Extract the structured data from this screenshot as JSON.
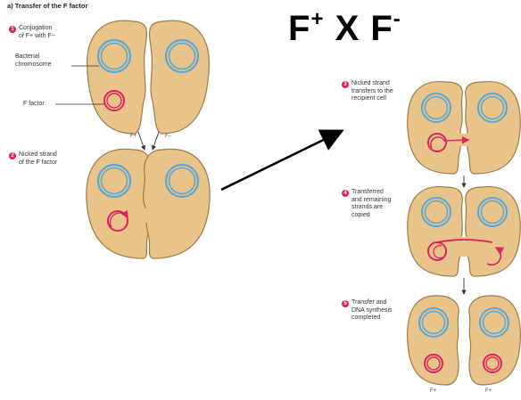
{
  "panel_title": "a) Transfer of the F factor",
  "big_title": {
    "prefix": "F",
    "sup1": "+",
    "middle": " X F",
    "sup2": "-"
  },
  "steps": [
    {
      "num": "1",
      "text": "Conjugation\nof F+ with F−"
    },
    {
      "num": "2",
      "text": "Nicked strand\nof the F factor"
    },
    {
      "num": "3",
      "text": "Nicked strand\ntransfers to the\nrecipient cell"
    },
    {
      "num": "4",
      "text": "Transferred\nand remaining\nstrands are\ncopied"
    },
    {
      "num": "5",
      "text": "Transfer and\nDNA synthesis\ncompleted"
    }
  ],
  "labels": {
    "bacterial_chromosome": "Bacterial\nchromosome",
    "f_factor": "F factor"
  },
  "cell_labels": {
    "top_left": "F+",
    "top_right": "F−",
    "bottom_left": "F+",
    "bottom_right": "F+"
  },
  "colors": {
    "cell_fill": "#e8c48a",
    "cell_stroke": "#a07a45",
    "chromosome": "#5aa8d6",
    "plasmid": "#e0215f",
    "step_badge": "#e0215f"
  }
}
